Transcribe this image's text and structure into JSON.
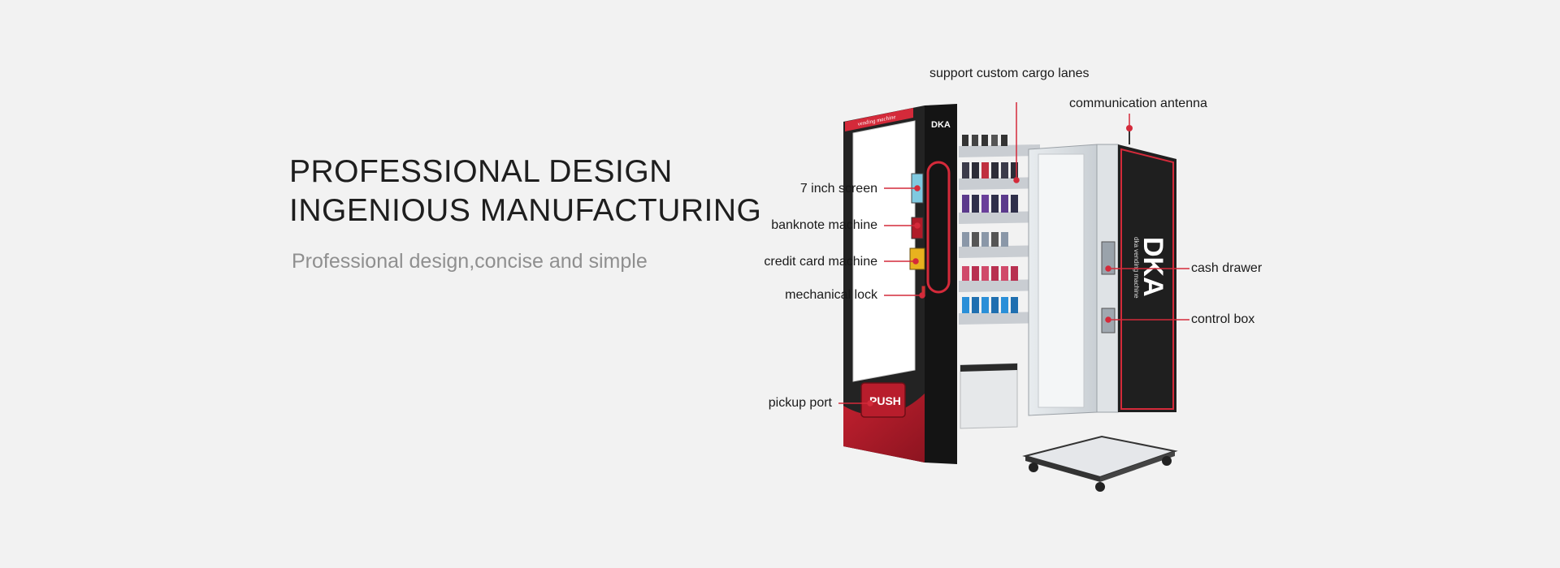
{
  "hero": {
    "headline_line1": "PROFESSIONAL DESIGN",
    "headline_line2": "INGENIOUS MANUFACTURING",
    "subtitle": "Professional design,concise and simple"
  },
  "machine": {
    "door_banner": "vending machine",
    "door_brand": "DKA",
    "side_brand": "DKA",
    "side_tagline": "dka vending machine",
    "push_label": "PUSH"
  },
  "callouts": {
    "support_custom_cargo_lanes": "support custom cargo lanes",
    "communication_antenna": "communication antenna",
    "seven_inch_screen": "7 inch screen",
    "banknote_machine": "banknote machine",
    "credit_card_machine": "credit card machine",
    "mechanical_lock": "mechanical lock",
    "pickup_port": "pickup port",
    "cash_drawer": "cash drawer",
    "control_box": "control box"
  },
  "colors": {
    "background": "#f2f2f2",
    "headline": "#1e1e1e",
    "subtitle": "#8f8f8f",
    "accent_red": "#d42a3a",
    "machine_black": "#1f1f1f"
  }
}
